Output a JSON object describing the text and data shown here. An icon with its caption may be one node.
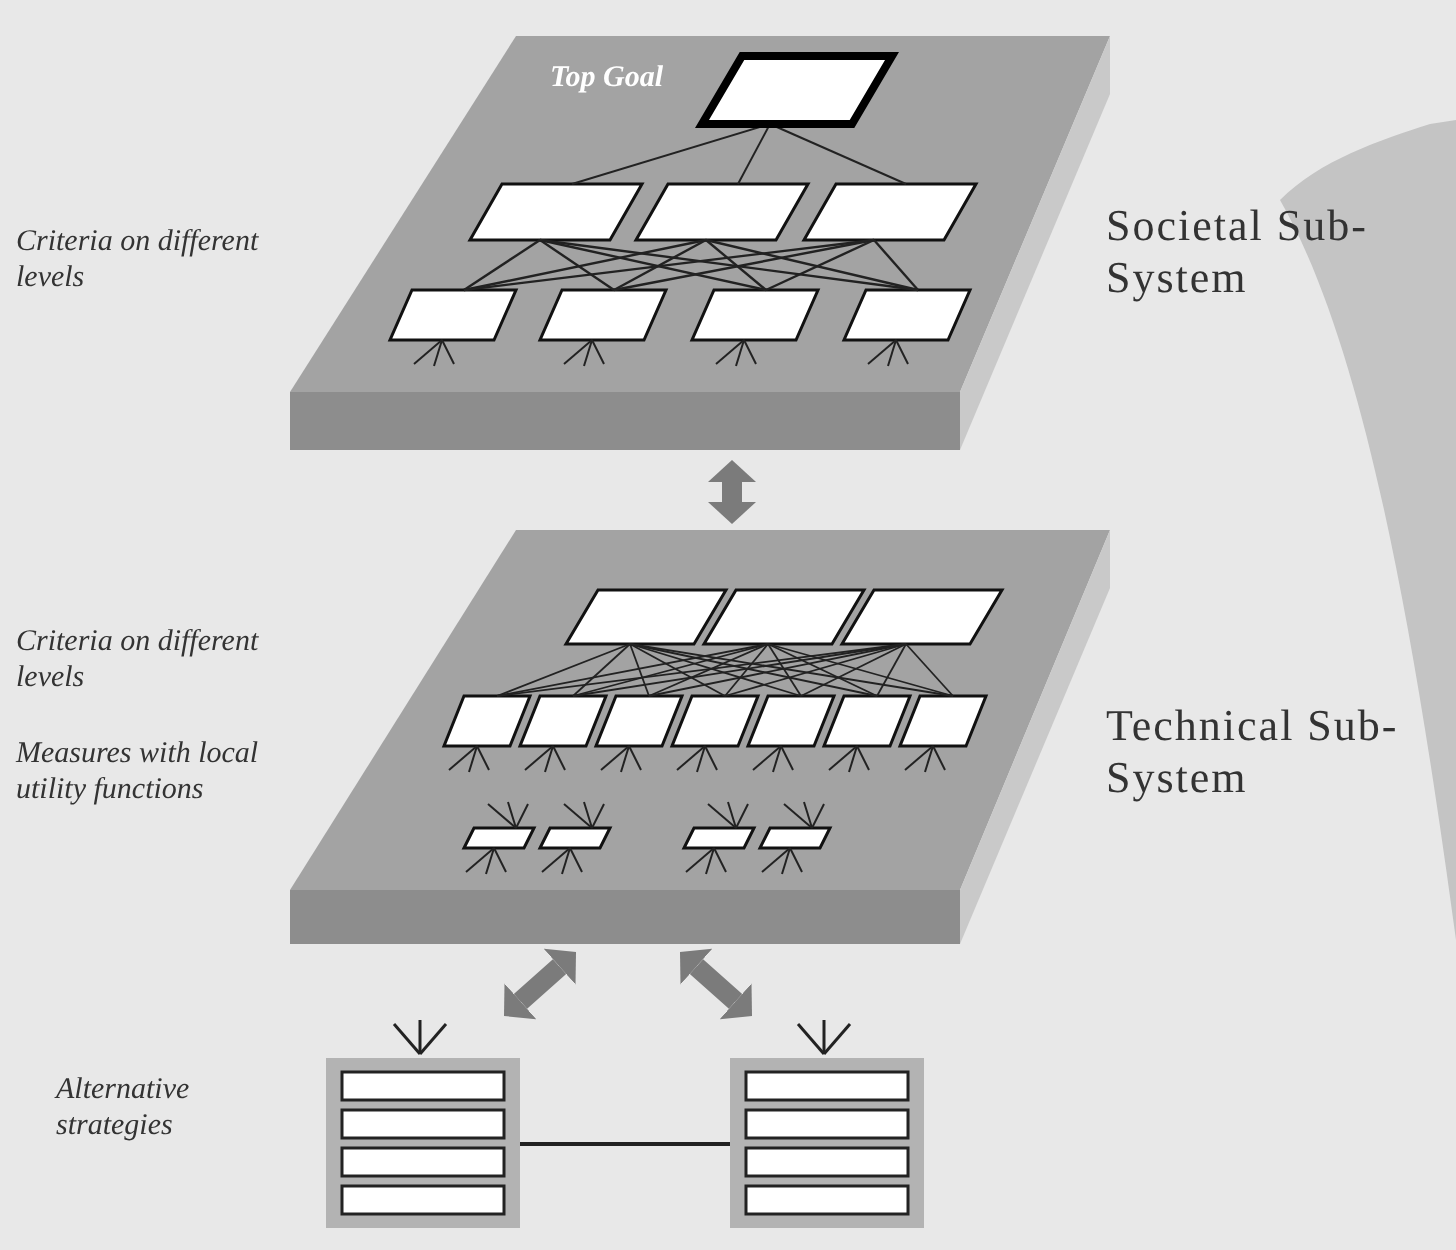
{
  "diagram": {
    "nodes": [
      {
        "text": [
          "Societal Sub-System"
        ]
      },
      {
        "text": [
          "Top Goal"
        ],
        "in": 0
      },
      {
        "text": [
          "Technical Sub-System"
        ]
      },
      {
        "text": [],
        "shape": "box"
      },
      {
        "text": [],
        "shape": "box"
      }
    ],
    "edges": [
      {
        "from": 0,
        "to": 2,
        "arrow": "both"
      },
      {
        "from": 3,
        "to": 2,
        "arrow": "both"
      },
      {
        "from": 4,
        "to": 2,
        "arrow": "both"
      },
      {
        "from": 3,
        "to": 4,
        "arrow": "none"
      }
    ],
    "labels": [
      "Criteria on different levels",
      "Criteria on different levels",
      "Measures with local utility functions",
      "Alternative strategies"
    ]
  }
}
